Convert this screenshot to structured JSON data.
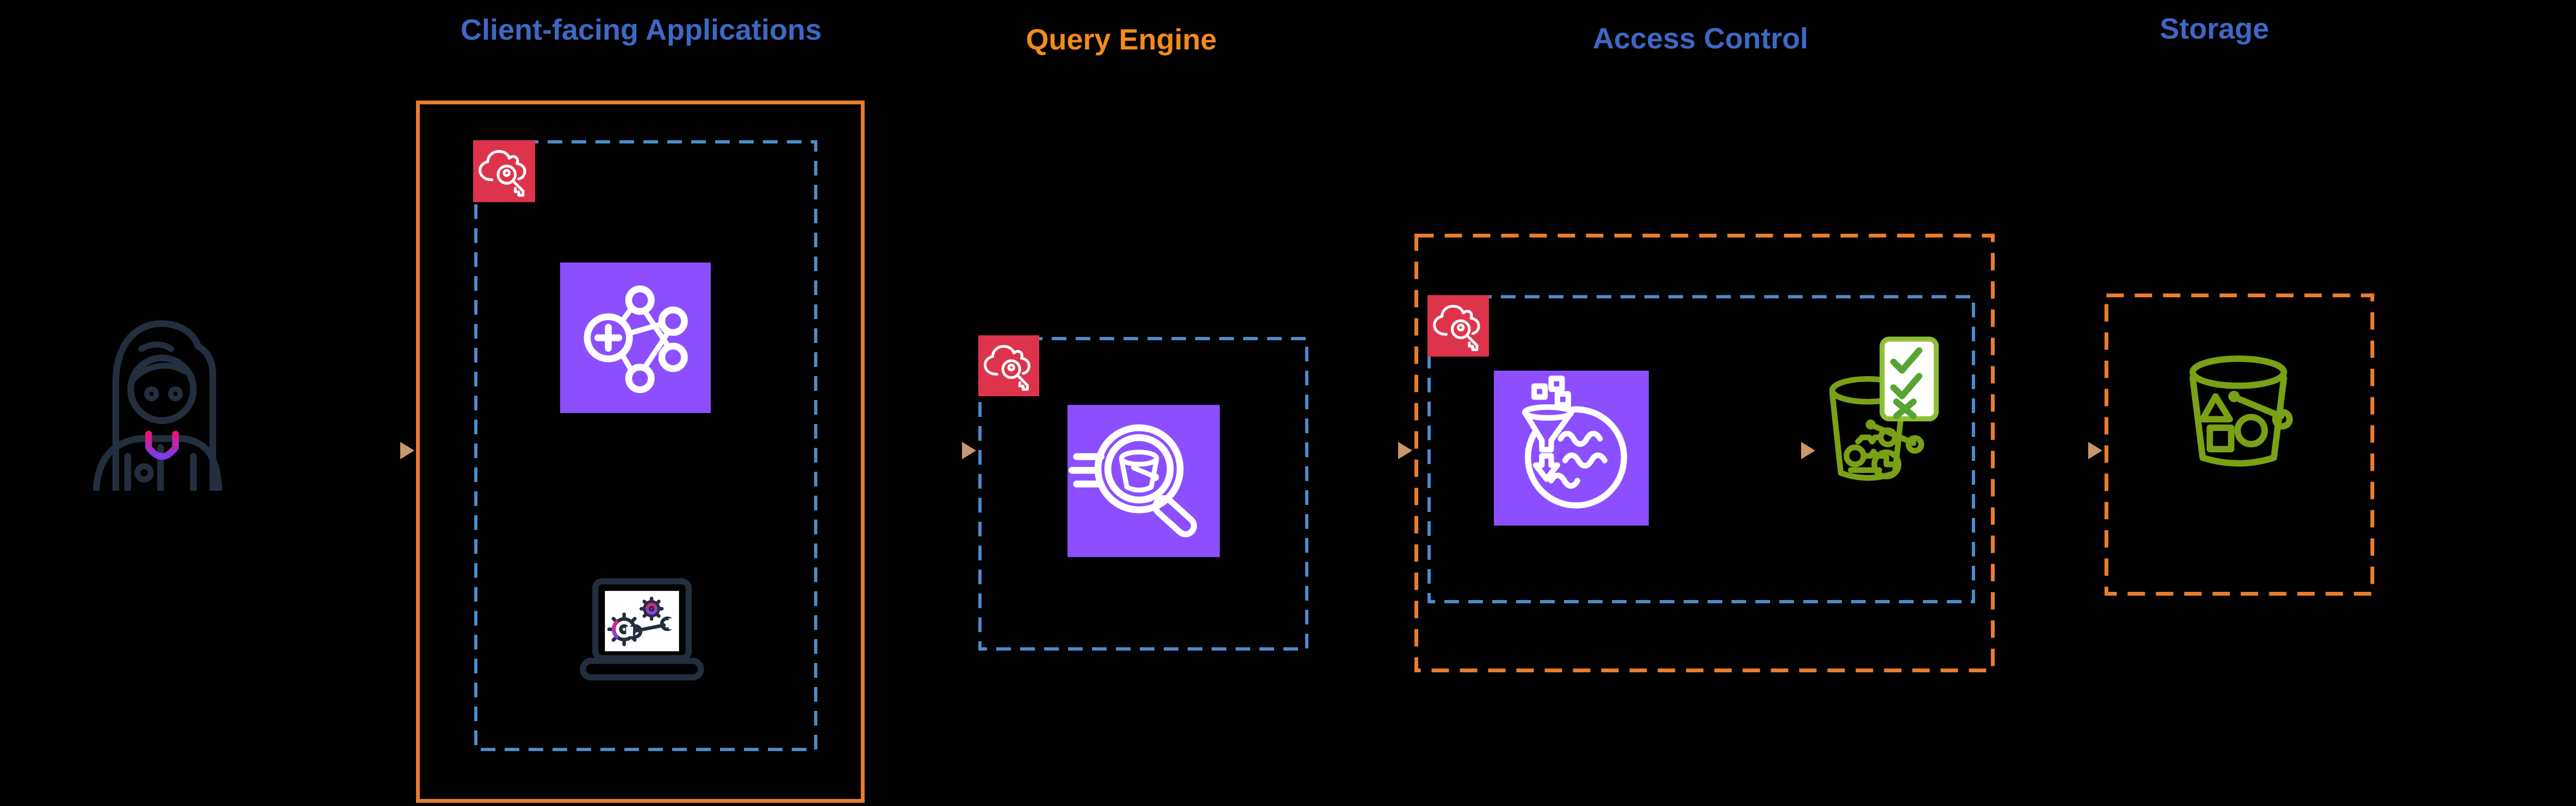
{
  "diagram": {
    "kind": "aws-architecture-flow",
    "sections": [
      {
        "id": "client-facing-applications",
        "label": "Client-facing Applications",
        "label_color": "#3E68C4",
        "border": "solid-orange",
        "inner_border": "dashed-blue"
      },
      {
        "id": "query-engine",
        "label": "Query Engine",
        "label_color": "#F28B1B",
        "border": "dashed-blue"
      },
      {
        "id": "access-control",
        "label": "Access Control",
        "label_color": "#3E68C4",
        "border": "dashed-orange",
        "inner_border": "dashed-blue"
      },
      {
        "id": "storage",
        "label": "Storage",
        "label_color": "#3E68C4",
        "border": "dashed-orange"
      }
    ],
    "icons": {
      "user": "woman-user-icon",
      "client_badge": "cloud-key-icon",
      "client_app": "machine-learning-network-icon",
      "client_device": "laptop-tools-icon",
      "query_badge": "cloud-key-icon",
      "query_service": "athena-search-bucket-icon",
      "access_badge": "cloud-key-icon",
      "access_service": "lake-formation-funnel-icon",
      "access_bucket": "s3-bucket-permissions-checklist-icon",
      "storage_bucket": "s3-bucket-objects-icon"
    },
    "arrows": [
      {
        "from": "user",
        "to": "client-facing-applications"
      },
      {
        "from": "client-facing-applications",
        "to": "query-engine"
      },
      {
        "from": "query-engine",
        "to": "access-control"
      },
      {
        "from": "lake-formation-funnel",
        "to": "s3-bucket-permissions-checklist"
      },
      {
        "from": "access-control",
        "to": "storage"
      }
    ]
  },
  "colors": {
    "background": "#000000",
    "titleBlue": "#3E68C4",
    "titleOrange": "#F28B1B",
    "boxOrange": "#E87D2E",
    "dashBlue": "#4D8BC9",
    "awsPurple": "#8C4FFF",
    "awsRed": "#DD344C",
    "awsGreen": "#7AA116",
    "cardGreen": "#8FBE38",
    "checkGreen": "#55A532",
    "navy": "#232F3E",
    "arrowOrange": "#ED7D31",
    "arrowTan": "#C9976B"
  }
}
